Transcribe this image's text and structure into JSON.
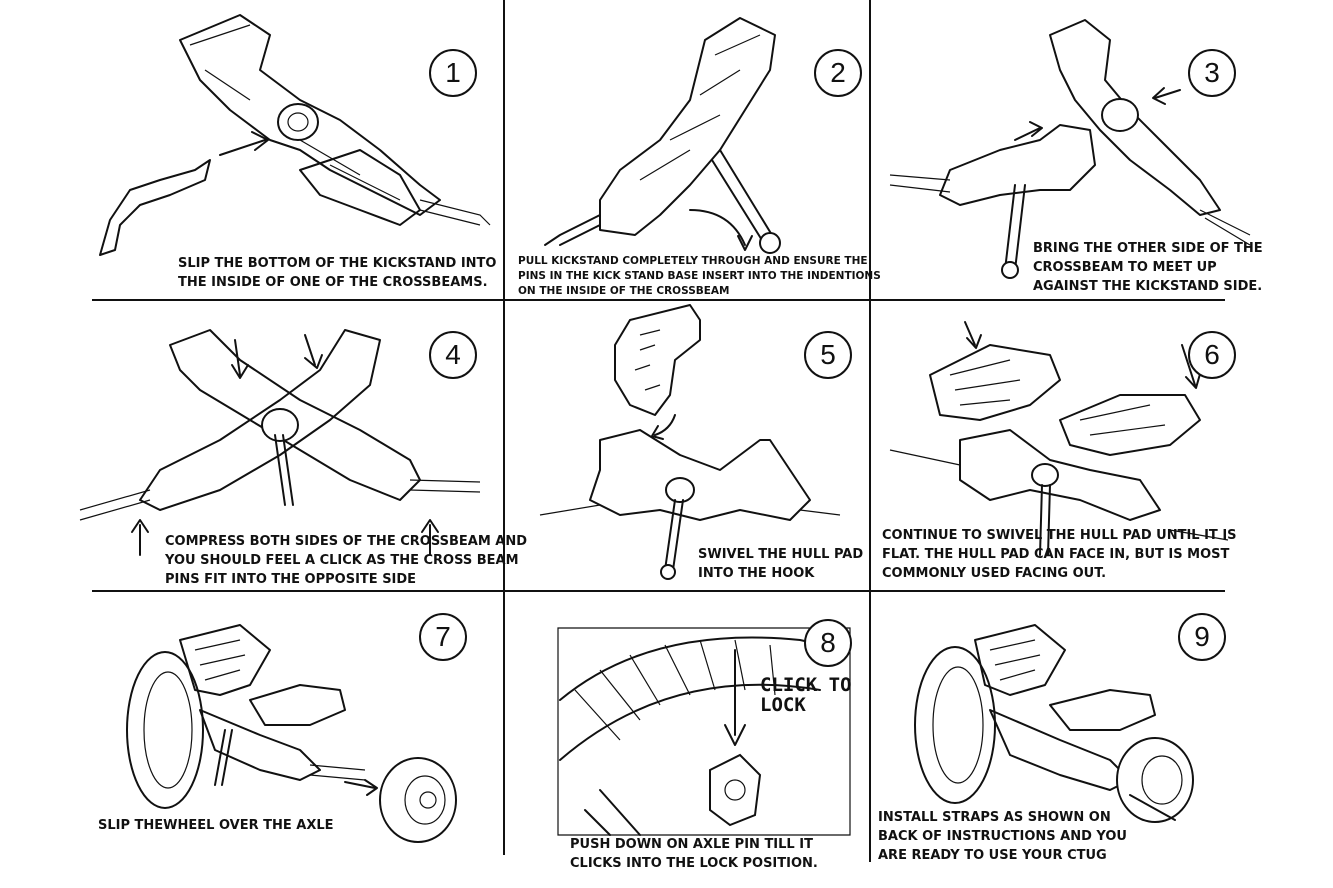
{
  "steps": [
    {
      "number": "1",
      "lines": [
        "SLIP THE BOTTOM OF THE KICKSTAND INTO",
        "THE INSIDE OF ONE OF THE CROSSBEAMS."
      ]
    },
    {
      "number": "2",
      "lines": [
        "PULL KICKSTAND COMPLETELY THROUGH AND ENSURE THE",
        "PINS IN THE KICK STAND BASE INSERT INTO THE INDENTIONS",
        "ON THE INSIDE OF THE CROSSBEAM"
      ]
    },
    {
      "number": "3",
      "lines": [
        "BRING THE OTHER SIDE OF THE",
        "CROSSBEAM TO MEET UP",
        "AGAINST THE KICKSTAND SIDE."
      ]
    },
    {
      "number": "4",
      "lines": [
        "COMPRESS BOTH SIDES OF THE CROSSBEAM AND",
        "YOU SHOULD FEEL A CLICK AS THE CROSS BEAM",
        "PINS FIT INTO THE OPPOSITE SIDE"
      ]
    },
    {
      "number": "5",
      "lines": [
        "SWIVEL THE HULL PAD",
        "INTO THE HOOK"
      ]
    },
    {
      "number": "6",
      "lines": [
        "CONTINUE TO SWIVEL THE HULL PAD UNTIL IT IS",
        "FLAT. THE HULL PAD CAN FACE IN, BUT IS MOST",
        "COMMONLY USED FACING OUT."
      ]
    },
    {
      "number": "7",
      "lines": [
        "SLIP THEWHEEL OVER THE AXLE"
      ]
    },
    {
      "number": "8",
      "lines": [
        "PUSH DOWN ON AXLE PIN TILL IT",
        "CLICKS INTO THE LOCK POSITION."
      ],
      "callout": "CLICK TO\nLOCK"
    },
    {
      "number": "9",
      "lines": [
        "INSTALL STRAPS AS SHOWN ON",
        "BACK OF INSTRUCTIONS AND YOU",
        "ARE READY TO USE YOUR CTUG"
      ]
    }
  ]
}
